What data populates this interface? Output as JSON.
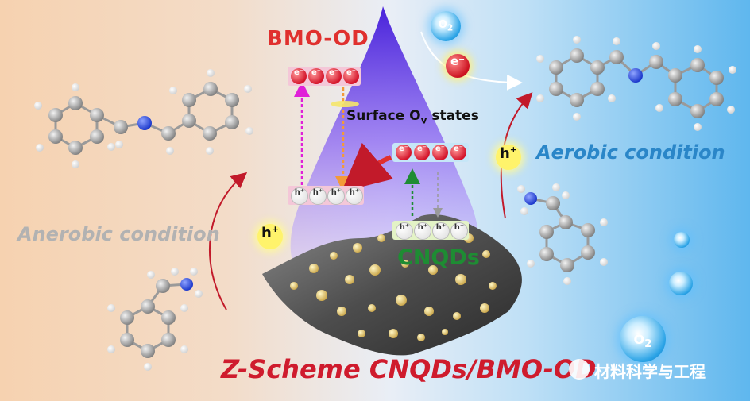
{
  "labels": {
    "bmo_od": "BMO-OD",
    "surface_ov": "Surface O",
    "surface_ov_sub": "v",
    "surface_ov_tail": " states",
    "aerobic": "Aerobic condition",
    "anaerobic": "Anerobic condition",
    "cnqds": "CNQDs",
    "z_scheme": "Z-Scheme CNQDs/BMO-OD",
    "watermark": "材料科学与工程"
  },
  "charges": {
    "electron": "e⁻",
    "hole": "h⁺",
    "bmo_electrons": [
      "e⁻",
      "e⁻",
      "e⁻",
      "e⁻"
    ],
    "bmo_holes": [
      "h⁺",
      "h⁺",
      "h⁺",
      "h⁺"
    ],
    "cnqd_electrons": [
      "e⁻",
      "e⁻",
      "e⁻",
      "e⁻"
    ],
    "cnqd_holes": [
      "h⁺",
      "h⁺",
      "h⁺",
      "h⁺"
    ]
  },
  "badges": {
    "hplus_main": "h",
    "hplus_sup": "+"
  },
  "oxygen": {
    "label": "O",
    "sub": "2"
  },
  "colors": {
    "bmo_red": "#e0302e",
    "cnqd_green": "#1e8c33",
    "zscheme_red": "#cf1b2d",
    "aerobic_blue": "#2a86c8",
    "anaerobic_gray": "#b2b2b2",
    "light_cone": "#6a3df0",
    "carbon": "#9a9a9a",
    "nitrogen": "#1f3fd0",
    "hydrogen": "#ffffff"
  },
  "icons": [
    "benzylamine-molecule",
    "imine-molecule",
    "light-cone",
    "catalyst-surface",
    "oxygen-bubble",
    "wechat-icon"
  ]
}
